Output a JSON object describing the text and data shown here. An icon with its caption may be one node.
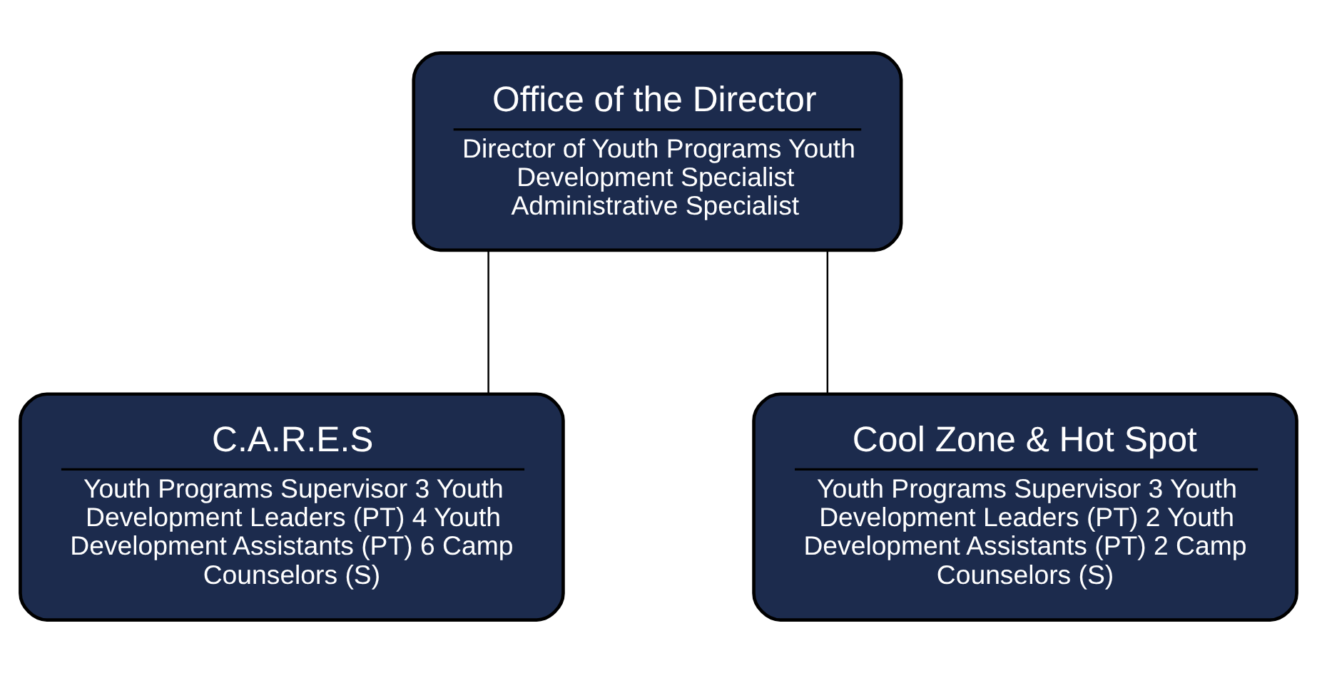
{
  "diagram": {
    "nodes": [
      {
        "text": [
          "Office of the Director",
          "Director of Youth Programs Youth Development Specialist Administrative Specialist"
        ]
      },
      {
        "text": [
          "C.A.R.E.S",
          "Youth Programs Supervisor 3 Youth Development Leaders (PT) 4 Youth Development Assistants (PT) 6 Camp Counselors (S)"
        ]
      },
      {
        "text": [
          "Cool Zone & Hot Spot",
          "Youth Programs Supervisor 3 Youth Development Leaders (PT) 2 Youth Development Assistants (PT) 2 Camp Counselors (S)"
        ]
      }
    ],
    "edges": [
      {
        "from": 0,
        "to": 1,
        "arrow": "none"
      },
      {
        "from": 0,
        "to": 2,
        "arrow": "none"
      }
    ]
  }
}
